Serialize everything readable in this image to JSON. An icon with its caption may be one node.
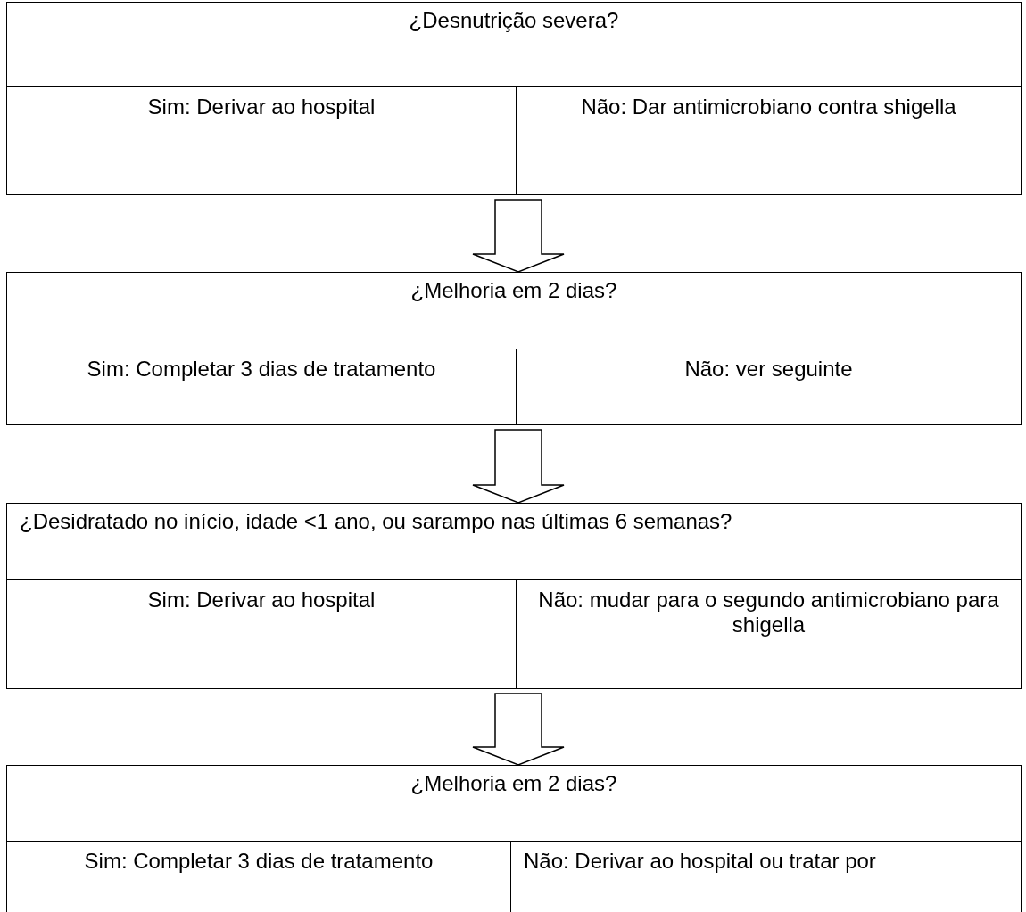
{
  "diagram": {
    "nodes": [
      {
        "text": [
          "¿Desnutrição severa?"
        ]
      },
      {
        "text": [
          "Sim: Derivar ao hospital"
        ],
        "in": 0
      },
      {
        "text": [
          "Não: Dar antimicrobiano contra shigella"
        ],
        "in": 0
      },
      {
        "text": [
          "¿Melhoria em 2 dias?"
        ]
      },
      {
        "text": [
          "Sim: Completar 3 dias de tratamento"
        ],
        "in": 3
      },
      {
        "text": [
          "Não: ver seguinte"
        ],
        "in": 3
      },
      {
        "text": [
          "¿Desidratado no início, idade <1 ano, ou sarampo nas últimas 6 semanas?"
        ]
      },
      {
        "text": [
          "Sim: Derivar ao hospital"
        ],
        "in": 6
      },
      {
        "text": [
          "Não: mudar para o segundo antimicrobiano para shigella"
        ],
        "in": 6
      },
      {
        "text": [
          "¿Melhoria em 2 dias?"
        ]
      },
      {
        "text": [
          "Sim: Completar 3 dias de tratamento"
        ],
        "in": 9
      },
      {
        "text": [
          "Não: Derivar ao hospital ou tratar por"
        ],
        "in": 9
      }
    ],
    "edges": [
      {
        "from": 0,
        "to": 3,
        "arrow": "to"
      },
      {
        "from": 3,
        "to": 6,
        "arrow": "to"
      },
      {
        "from": 6,
        "to": 9,
        "arrow": "to"
      }
    ]
  }
}
